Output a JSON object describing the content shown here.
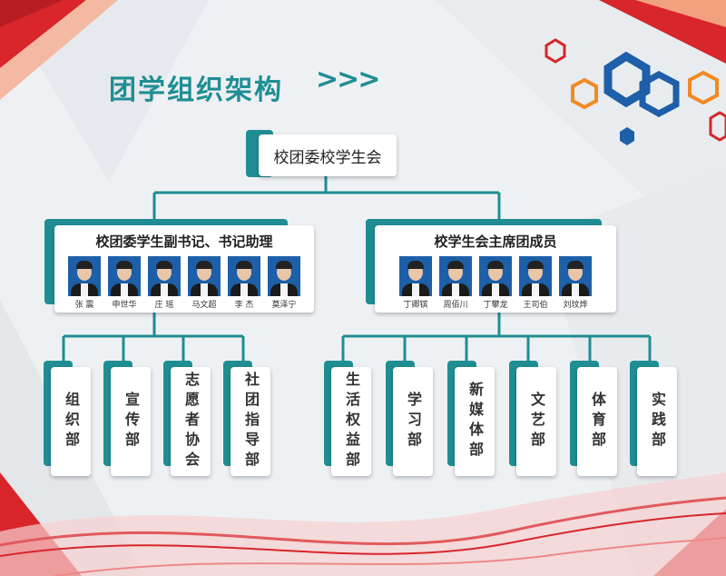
{
  "page": {
    "title": "团学组织架构",
    "chevrons": ">>>"
  },
  "colors": {
    "teal": "#1f8e93",
    "red": "#d8262a",
    "blue": "#1d5fa8",
    "orange": "#f08a24"
  },
  "root": {
    "label": "校团委校学生会"
  },
  "groups": [
    {
      "title": "校团委学生副书记、书记助理",
      "members": [
        "张 震",
        "申世华",
        "庄 瑶",
        "马文超",
        "李 杰",
        "莫泽宁"
      ]
    },
    {
      "title": "校学生会主席团成员",
      "members": [
        "丁卿镔",
        "周佰川",
        "丁攀龙",
        "王司伯",
        "刘玟烨"
      ]
    }
  ],
  "departments": {
    "left": [
      "组织部",
      "宣传部",
      "志愿者协会",
      "社团指导部"
    ],
    "right": [
      "生活权益部",
      "学习部",
      "新媒体部",
      "文艺部",
      "体育部",
      "实践部"
    ]
  }
}
